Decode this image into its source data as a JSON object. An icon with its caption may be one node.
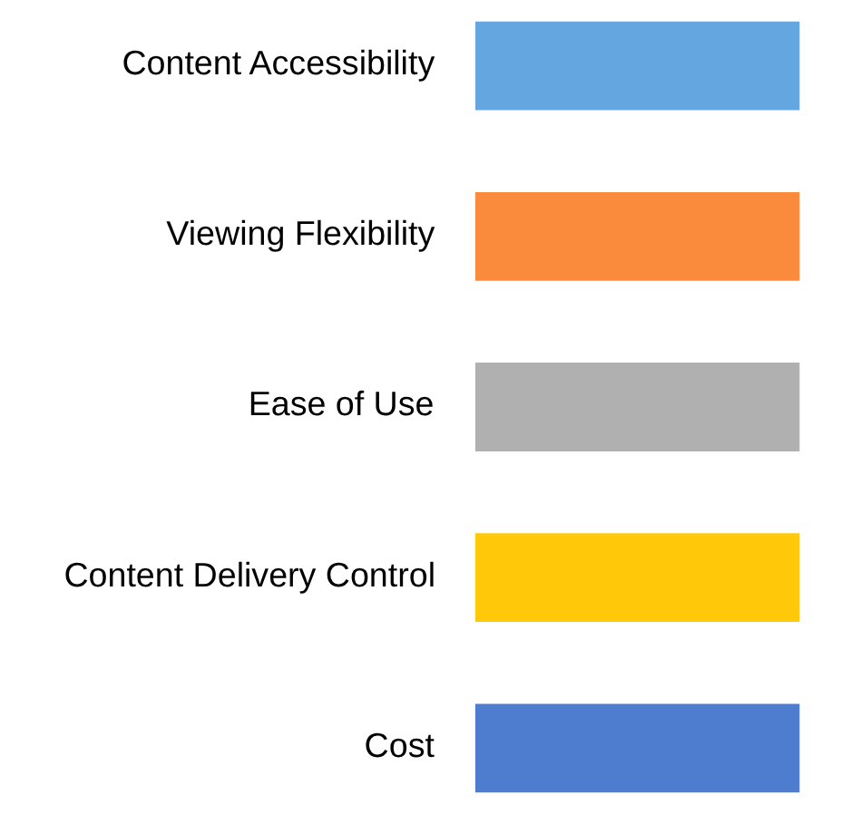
{
  "diagram": {
    "legend": [
      {
        "text": "Content Accessibility",
        "color": "#64a6e0"
      },
      {
        "text": "Viewing Flexibility",
        "color": "#fb8b3c"
      },
      {
        "text": "Ease of Use",
        "color": "#b0b0b0"
      },
      {
        "text": "Content Delivery Control",
        "color": "#ffc90a"
      },
      {
        "text": "Cost",
        "color": "#4e7dd0"
      }
    ]
  }
}
